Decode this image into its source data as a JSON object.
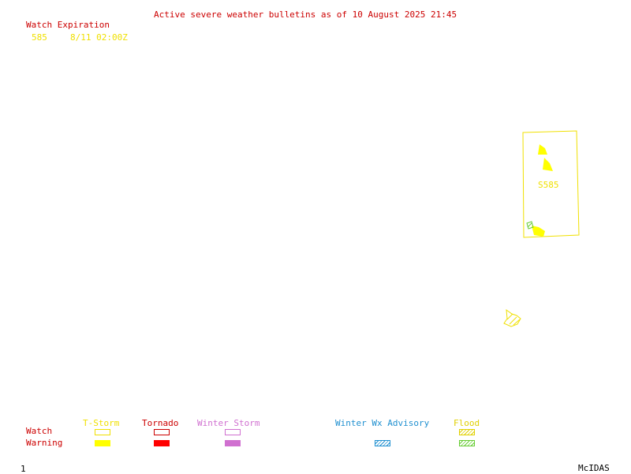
{
  "header": {
    "title": "Active severe weather bulletins as of 10 August 2025 21:45"
  },
  "watch_expiration": {
    "heading": "Watch Expiration",
    "entries": [
      {
        "id": "585",
        "expires": "8/11 02:00Z"
      }
    ]
  },
  "map": {
    "watch_box_label": "S585",
    "colors": {
      "watch_outline": "#f0e000",
      "warning_fill": "#ffff00",
      "flood_hatch": "#66cc33"
    }
  },
  "legend": {
    "row_labels": {
      "watch": "Watch",
      "warning": "Warning"
    },
    "categories": [
      {
        "name": "T-Storm",
        "color": "#f0e000"
      },
      {
        "name": "Tornado",
        "color": "#ff0000"
      },
      {
        "name": "Winter Storm",
        "color": "#d070d0"
      },
      {
        "name": "Winter Wx Advisory",
        "color": "#2090d0"
      },
      {
        "name": "Flood",
        "color": "#e0d000"
      }
    ]
  },
  "footer": {
    "frame_number": "1",
    "brand": "McIDAS"
  }
}
